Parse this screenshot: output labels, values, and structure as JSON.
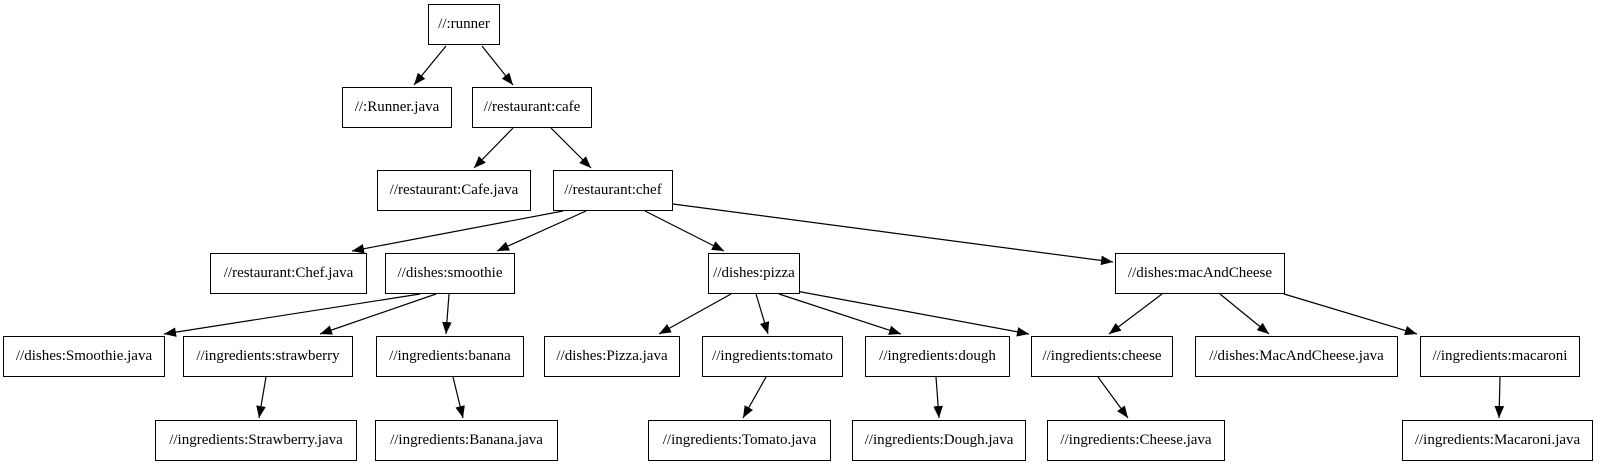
{
  "diagram": {
    "type": "build-dependency-graph",
    "background_color": "#ffffff",
    "node_fill_color": "#ffffff",
    "node_border_color": "#000000",
    "edge_color": "#000000",
    "text_color": "#000000",
    "nodes": [
      {
        "id": "runner",
        "label": "//:runner"
      },
      {
        "id": "runner-java",
        "label": "//:Runner.java"
      },
      {
        "id": "cafe",
        "label": "//restaurant:cafe"
      },
      {
        "id": "cafe-java",
        "label": "//restaurant:Cafe.java"
      },
      {
        "id": "chef",
        "label": "//restaurant:chef"
      },
      {
        "id": "chef-java",
        "label": "//restaurant:Chef.java"
      },
      {
        "id": "smoothie",
        "label": "//dishes:smoothie"
      },
      {
        "id": "pizza",
        "label": "//dishes:pizza"
      },
      {
        "id": "mac-and-cheese",
        "label": "//dishes:macAndCheese"
      },
      {
        "id": "smoothie-java",
        "label": "//dishes:Smoothie.java"
      },
      {
        "id": "strawberry",
        "label": "//ingredients:strawberry"
      },
      {
        "id": "banana",
        "label": "//ingredients:banana"
      },
      {
        "id": "pizza-java",
        "label": "//dishes:Pizza.java"
      },
      {
        "id": "tomato",
        "label": "//ingredients:tomato"
      },
      {
        "id": "dough",
        "label": "//ingredients:dough"
      },
      {
        "id": "cheese",
        "label": "//ingredients:cheese"
      },
      {
        "id": "mac-and-cheese-java",
        "label": "//dishes:MacAndCheese.java"
      },
      {
        "id": "macaroni",
        "label": "//ingredients:macaroni"
      },
      {
        "id": "strawberry-java",
        "label": "//ingredients:Strawberry.java"
      },
      {
        "id": "banana-java",
        "label": "//ingredients:Banana.java"
      },
      {
        "id": "tomato-java",
        "label": "//ingredients:Tomato.java"
      },
      {
        "id": "dough-java",
        "label": "//ingredients:Dough.java"
      },
      {
        "id": "cheese-java",
        "label": "//ingredients:Cheese.java"
      },
      {
        "id": "macaroni-java",
        "label": "//ingredients:Macaroni.java"
      }
    ],
    "edges": [
      {
        "from": "//:runner",
        "to": "//:Runner.java"
      },
      {
        "from": "//:runner",
        "to": "//restaurant:cafe"
      },
      {
        "from": "//restaurant:cafe",
        "to": "//restaurant:Cafe.java"
      },
      {
        "from": "//restaurant:cafe",
        "to": "//restaurant:chef"
      },
      {
        "from": "//restaurant:chef",
        "to": "//restaurant:Chef.java"
      },
      {
        "from": "//restaurant:chef",
        "to": "//dishes:smoothie"
      },
      {
        "from": "//restaurant:chef",
        "to": "//dishes:pizza"
      },
      {
        "from": "//restaurant:chef",
        "to": "//dishes:macAndCheese"
      },
      {
        "from": "//dishes:smoothie",
        "to": "//dishes:Smoothie.java"
      },
      {
        "from": "//dishes:smoothie",
        "to": "//ingredients:strawberry"
      },
      {
        "from": "//dishes:smoothie",
        "to": "//ingredients:banana"
      },
      {
        "from": "//ingredients:strawberry",
        "to": "//ingredients:Strawberry.java"
      },
      {
        "from": "//ingredients:banana",
        "to": "//ingredients:Banana.java"
      },
      {
        "from": "//dishes:pizza",
        "to": "//dishes:Pizza.java"
      },
      {
        "from": "//dishes:pizza",
        "to": "//ingredients:tomato"
      },
      {
        "from": "//dishes:pizza",
        "to": "//ingredients:dough"
      },
      {
        "from": "//dishes:pizza",
        "to": "//ingredients:cheese"
      },
      {
        "from": "//dishes:macAndCheese",
        "to": "//ingredients:cheese"
      },
      {
        "from": "//dishes:macAndCheese",
        "to": "//dishes:MacAndCheese.java"
      },
      {
        "from": "//dishes:macAndCheese",
        "to": "//ingredients:macaroni"
      },
      {
        "from": "//ingredients:tomato",
        "to": "//ingredients:Tomato.java"
      },
      {
        "from": "//ingredients:dough",
        "to": "//ingredients:Dough.java"
      },
      {
        "from": "//ingredients:cheese",
        "to": "//ingredients:Cheese.java"
      },
      {
        "from": "//ingredients:macaroni",
        "to": "//ingredients:Macaroni.java"
      }
    ]
  }
}
